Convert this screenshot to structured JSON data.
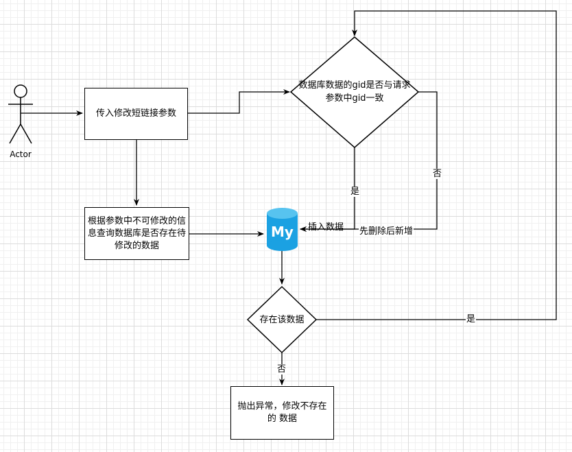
{
  "actor": {
    "label": "Actor"
  },
  "nodes": {
    "pass_params": "传入修改短链接参数",
    "query_db": "根据参数中不可修改的信息查询数据库是否存在待修改的数据",
    "gid_check": "数据库数据的gid是否与请求参数中gid一致",
    "exists_check": "存在该数据",
    "throw_error": "抛出异常，修改不存在的 数据"
  },
  "database": {
    "icon_text": "My"
  },
  "edges": {
    "gid_yes": "是",
    "gid_no": "否",
    "insert": "插入数据",
    "delete_then_add": "先删除后新增",
    "exists_yes": "是",
    "exists_no": "否"
  },
  "colors": {
    "db": "#1ba1e2",
    "stroke": "#000000"
  }
}
